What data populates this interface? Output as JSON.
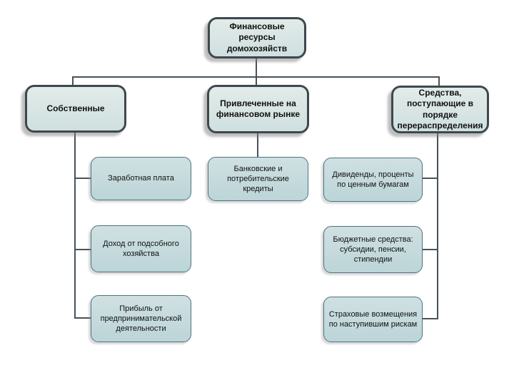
{
  "diagram": {
    "title": "Финансовые ресурсы домохозяйств",
    "nodes": {
      "root": {
        "label": "Финансовые ресурсы домохозяйств",
        "level": 1
      },
      "own": {
        "label": "Собственные",
        "level": 1
      },
      "attracted": {
        "label": "Привлеченные на финансовом рынке",
        "level": 1
      },
      "redistribution": {
        "label": "Средства, поступающие в порядке перераспределения",
        "level": 1
      },
      "wages": {
        "label": "Заработная плата",
        "level": 2
      },
      "subsidiary_income": {
        "label": "Доход от подсобного хозяйства",
        "level": 2
      },
      "business_profit": {
        "label": "Прибыль от предпринимательской деятельности",
        "level": 2
      },
      "bank_credits": {
        "label": "Банковские и потребительские кредиты",
        "level": 2
      },
      "dividends": {
        "label": "Дивиденды, проценты по ценным бумагам",
        "level": 2
      },
      "budget_funds": {
        "label": "Бюджетные средства: субсидии, пенсии, стипендии",
        "level": 2
      },
      "insurance": {
        "label": "Страховые возмещения по наступившим рискам",
        "level": 2
      }
    },
    "edges": [
      {
        "from": "root",
        "to": "own"
      },
      {
        "from": "root",
        "to": "attracted"
      },
      {
        "from": "root",
        "to": "redistribution"
      },
      {
        "from": "own",
        "to": "wages"
      },
      {
        "from": "own",
        "to": "subsidiary_income"
      },
      {
        "from": "own",
        "to": "business_profit"
      },
      {
        "from": "attracted",
        "to": "bank_credits"
      },
      {
        "from": "redistribution",
        "to": "dividends"
      },
      {
        "from": "redistribution",
        "to": "budget_funds"
      },
      {
        "from": "redistribution",
        "to": "insurance"
      }
    ],
    "colors": {
      "background": "#ffffff",
      "level1_fill_top": "#e2ebe8",
      "level1_fill_bottom": "#cfe0e0",
      "level1_border": "#3d484e",
      "level2_fill_top": "#cfe0e2",
      "level2_fill_bottom": "#bcd5d8",
      "level2_border": "#4d737b",
      "connector": "#47525a",
      "text": "#111111"
    }
  }
}
